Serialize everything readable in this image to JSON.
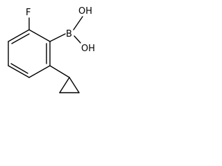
{
  "molecule": {
    "atoms": {
      "fluorine": "F",
      "oh_top": "OH",
      "oh_right": "OH",
      "boron": "B"
    }
  },
  "colors": {
    "bond": "#000000",
    "label": "#000000",
    "background": "#ffffff"
  }
}
